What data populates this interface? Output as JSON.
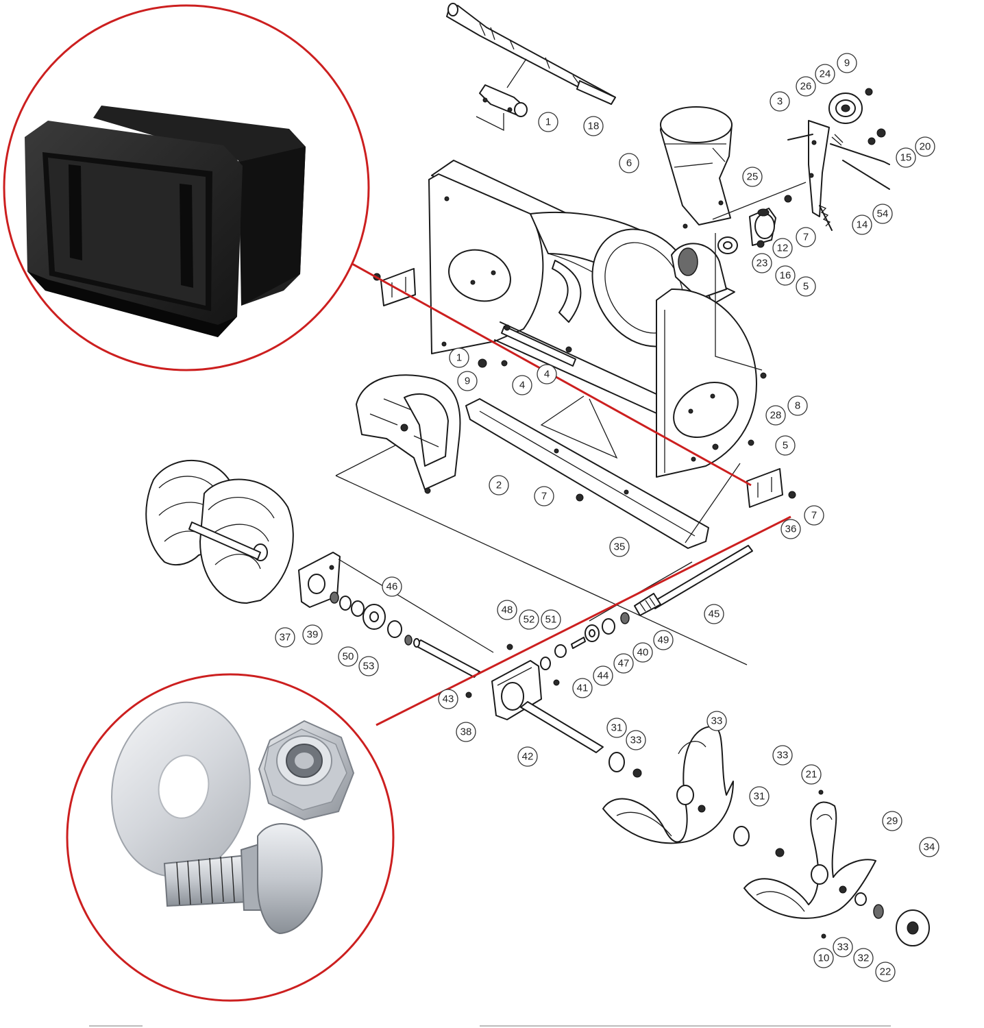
{
  "colors": {
    "callout_ring": "#cc1f1f",
    "line_art": "#1a1a1a",
    "background": "#ffffff",
    "skid_shoe": "#1c1c1c",
    "hardware": "#c9ccd1"
  },
  "insets": [
    {
      "name": "skid-shoe-pair",
      "depicts": "black rubber skid shoes"
    },
    {
      "name": "mounting-hardware",
      "depicts": "washer, lock nut, carriage bolt"
    }
  ],
  "callouts": [
    {
      "label": "1"
    },
    {
      "label": "18"
    },
    {
      "label": "9"
    },
    {
      "label": "24"
    },
    {
      "label": "26"
    },
    {
      "label": "3"
    },
    {
      "label": "20"
    },
    {
      "label": "15"
    },
    {
      "label": "6"
    },
    {
      "label": "25"
    },
    {
      "label": "54"
    },
    {
      "label": "14"
    },
    {
      "label": "7"
    },
    {
      "label": "12"
    },
    {
      "label": "23"
    },
    {
      "label": "16"
    },
    {
      "label": "5"
    },
    {
      "label": "1"
    },
    {
      "label": "4"
    },
    {
      "label": "9"
    },
    {
      "label": "4"
    },
    {
      "label": "8"
    },
    {
      "label": "28"
    },
    {
      "label": "5"
    },
    {
      "label": "2"
    },
    {
      "label": "7"
    },
    {
      "label": "7"
    },
    {
      "label": "36"
    },
    {
      "label": "35"
    },
    {
      "label": "45"
    },
    {
      "label": "46"
    },
    {
      "label": "48"
    },
    {
      "label": "52"
    },
    {
      "label": "51"
    },
    {
      "label": "49"
    },
    {
      "label": "40"
    },
    {
      "label": "47"
    },
    {
      "label": "44"
    },
    {
      "label": "41"
    },
    {
      "label": "37"
    },
    {
      "label": "39"
    },
    {
      "label": "50"
    },
    {
      "label": "53"
    },
    {
      "label": "43"
    },
    {
      "label": "38"
    },
    {
      "label": "42"
    },
    {
      "label": "31"
    },
    {
      "label": "33"
    },
    {
      "label": "33"
    },
    {
      "label": "33"
    },
    {
      "label": "21"
    },
    {
      "label": "31"
    },
    {
      "label": "29"
    },
    {
      "label": "34"
    },
    {
      "label": "10"
    },
    {
      "label": "33"
    },
    {
      "label": "32"
    },
    {
      "label": "22"
    }
  ]
}
